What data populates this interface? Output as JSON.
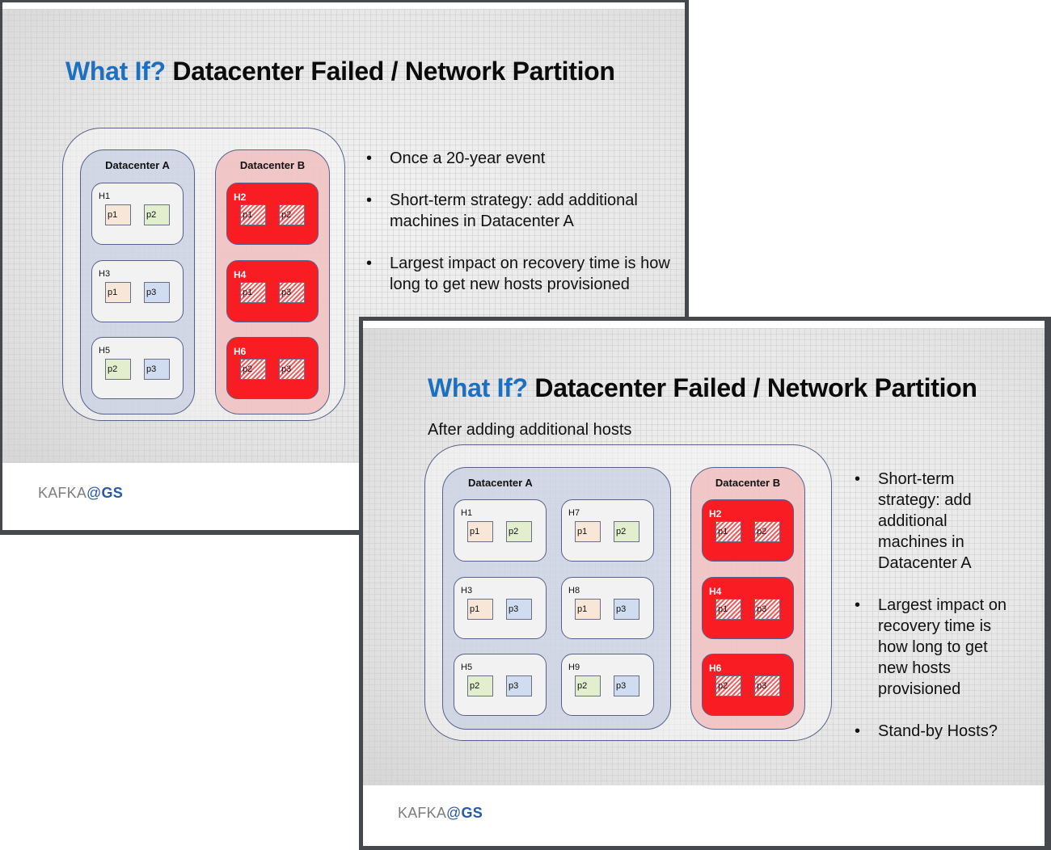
{
  "slides": [
    {
      "title_accent": "What If?",
      "title_main": "Datacenter Failed / Network Partition",
      "footer": {
        "brand": "KAFKA",
        "at": "@",
        "org": "GS"
      },
      "diagram": {
        "datacenters": [
          {
            "label": "Datacenter A",
            "status": "healthy",
            "hosts": [
              {
                "label": "H1",
                "partitions": [
                  "p1",
                  "p2"
                ]
              },
              {
                "label": "H3",
                "partitions": [
                  "p1",
                  "p3"
                ]
              },
              {
                "label": "H5",
                "partitions": [
                  "p2",
                  "p3"
                ]
              }
            ]
          },
          {
            "label": "Datacenter B",
            "status": "failed",
            "hosts": [
              {
                "label": "H2",
                "partitions": [
                  "p1",
                  "p2"
                ]
              },
              {
                "label": "H4",
                "partitions": [
                  "p1",
                  "p3"
                ]
              },
              {
                "label": "H6",
                "partitions": [
                  "p2",
                  "p3"
                ]
              }
            ]
          }
        ]
      },
      "bullets": [
        "Once a 20-year event",
        "Short-term strategy: add additional machines in Datacenter A",
        "Largest impact on recovery time is how long to get new hosts provisioned"
      ]
    },
    {
      "title_accent": "What If?",
      "title_main": "Datacenter Failed / Network Partition",
      "subtitle": "After adding additional hosts",
      "footer": {
        "brand": "KAFKA",
        "at": "@",
        "org": "GS"
      },
      "diagram": {
        "datacenters": [
          {
            "label": "Datacenter A",
            "status": "healthy",
            "hosts": [
              {
                "label": "H1",
                "partitions": [
                  "p1",
                  "p2"
                ]
              },
              {
                "label": "H7",
                "partitions": [
                  "p1",
                  "p2"
                ]
              },
              {
                "label": "H3",
                "partitions": [
                  "p1",
                  "p3"
                ]
              },
              {
                "label": "H8",
                "partitions": [
                  "p1",
                  "p3"
                ]
              },
              {
                "label": "H5",
                "partitions": [
                  "p2",
                  "p3"
                ]
              },
              {
                "label": "H9",
                "partitions": [
                  "p2",
                  "p3"
                ]
              }
            ]
          },
          {
            "label": "Datacenter B",
            "status": "failed",
            "hosts": [
              {
                "label": "H2",
                "partitions": [
                  "p1",
                  "p2"
                ]
              },
              {
                "label": "H4",
                "partitions": [
                  "p1",
                  "p3"
                ]
              },
              {
                "label": "H6",
                "partitions": [
                  "p2",
                  "p3"
                ]
              }
            ]
          }
        ]
      },
      "bullets": [
        "Short-term strategy: add additional machines in Datacenter A",
        "Largest impact on recovery time is how long to get new hosts provisioned",
        "Stand-by Hosts?"
      ]
    }
  ],
  "colors": {
    "title_accent": "#1f6fc0",
    "failed_host": "#f91c22",
    "partition_p1": "#f8e6d8",
    "partition_p2": "#e2efcf",
    "partition_p3": "#d0dcf0",
    "logo_accent": "#2a5aa5"
  }
}
